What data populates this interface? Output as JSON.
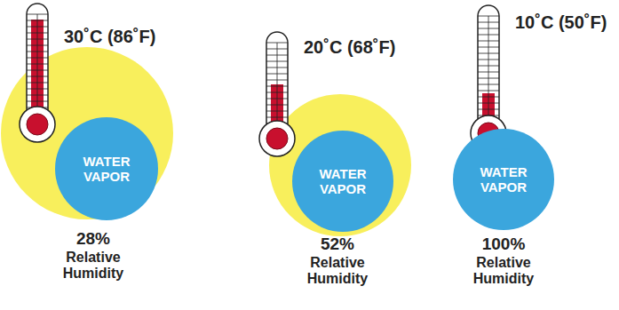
{
  "diagram": {
    "nodes": [
      {
        "text": [
          "WATER VAPOR"
        ]
      },
      {
        "text": [
          "WATER VAPOR"
        ]
      },
      {
        "text": [
          "WATER VAPOR"
        ]
      }
    ],
    "labels": [
      "30˚C (86˚F)",
      "28%",
      "Relative Humidity",
      "20˚C (68˚F)",
      "52%",
      "Relative Humidity",
      "10˚C (50˚F)",
      "100%",
      "Relative Humidity"
    ]
  }
}
